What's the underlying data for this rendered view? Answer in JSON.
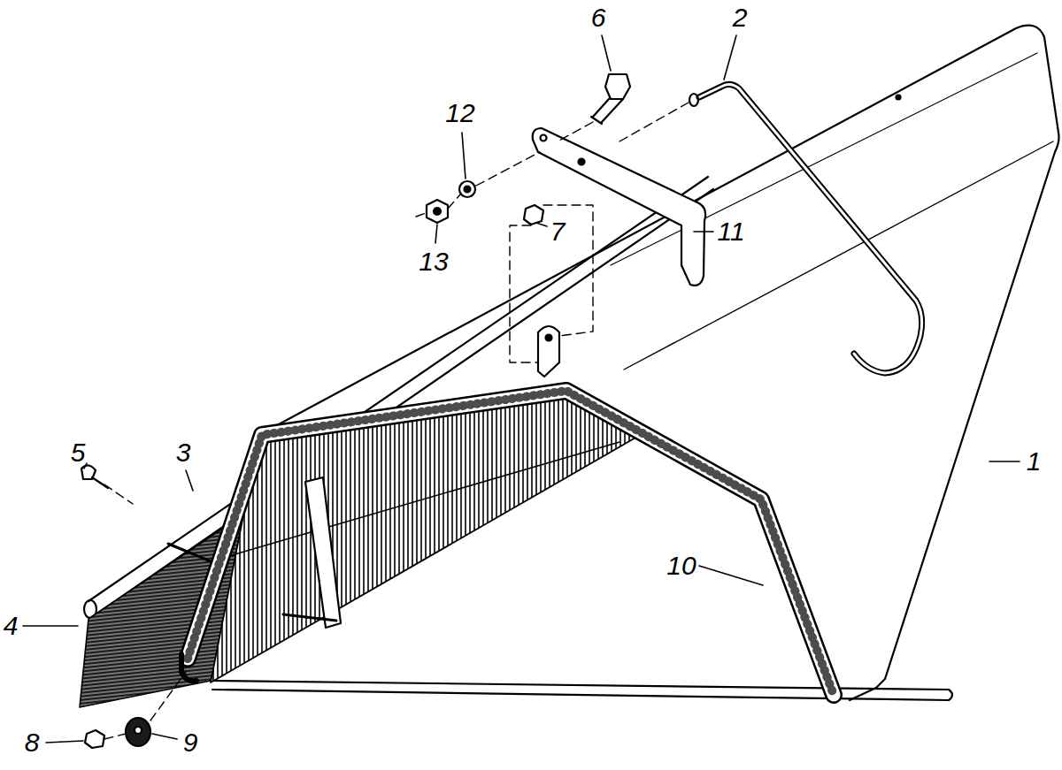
{
  "diagram": {
    "labels": [
      "6",
      "2",
      "12",
      "7",
      "11",
      "13",
      "5",
      "3",
      "1",
      "10",
      "4",
      "8",
      "9"
    ]
  }
}
